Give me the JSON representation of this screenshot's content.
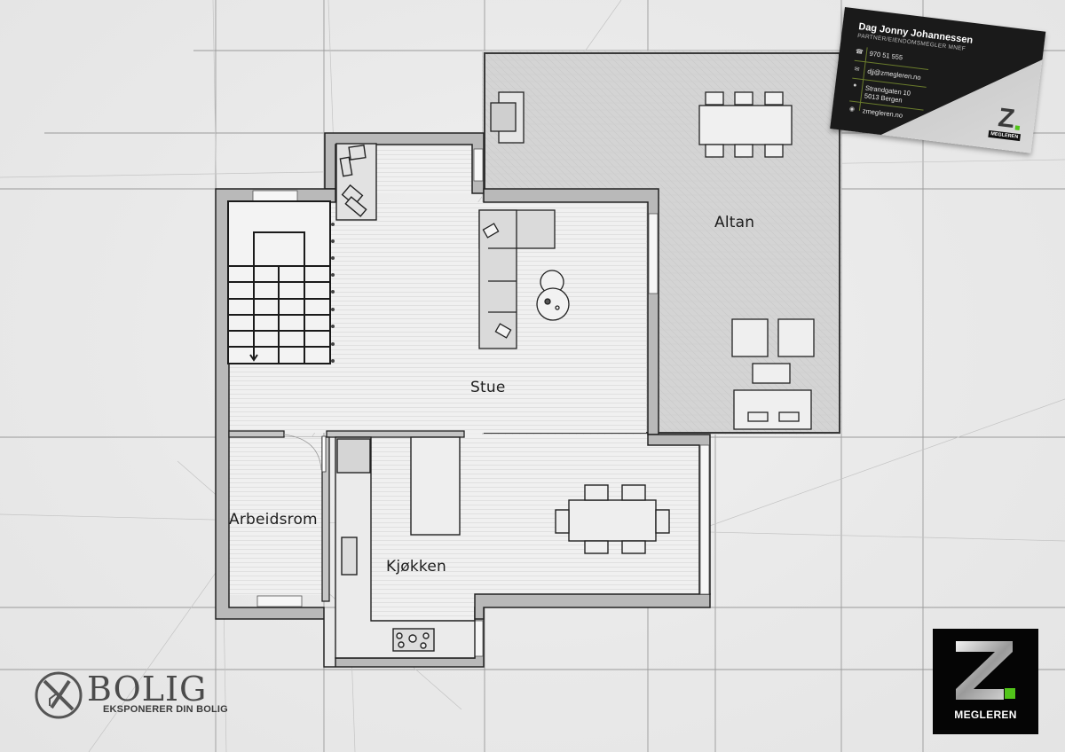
{
  "floorplan": {
    "rooms": [
      {
        "id": "stue",
        "label": "Stue"
      },
      {
        "id": "altan",
        "label": "Altan"
      },
      {
        "id": "arbeidsrom",
        "label": "Arbeidsrom"
      },
      {
        "id": "kjokken",
        "label": "Kjøkken"
      }
    ]
  },
  "agent_card": {
    "name": "Dag Jonny Johannessen",
    "title": "PARTNER/EIENDOMSMEGLER MNEF",
    "phone": "970 51 555",
    "email": "djj@zmegleren.no",
    "address_line1": "Strandgaten 10",
    "address_line2": "5013 Bergen",
    "website": "zmegleren.no",
    "icons": {
      "phone": "phone-icon",
      "email": "envelope-icon",
      "address": "location-pin-icon",
      "website": "globe-icon"
    },
    "brand_mini": "MEGLEREN"
  },
  "brand_logo": {
    "letter": "Z",
    "label": "MEGLEREN",
    "accent_color": "#52c41a",
    "background": "#050505"
  },
  "photographer_logo": {
    "word": "BOLIG",
    "tagline": "EKSPONERER DIN BOLIG"
  }
}
